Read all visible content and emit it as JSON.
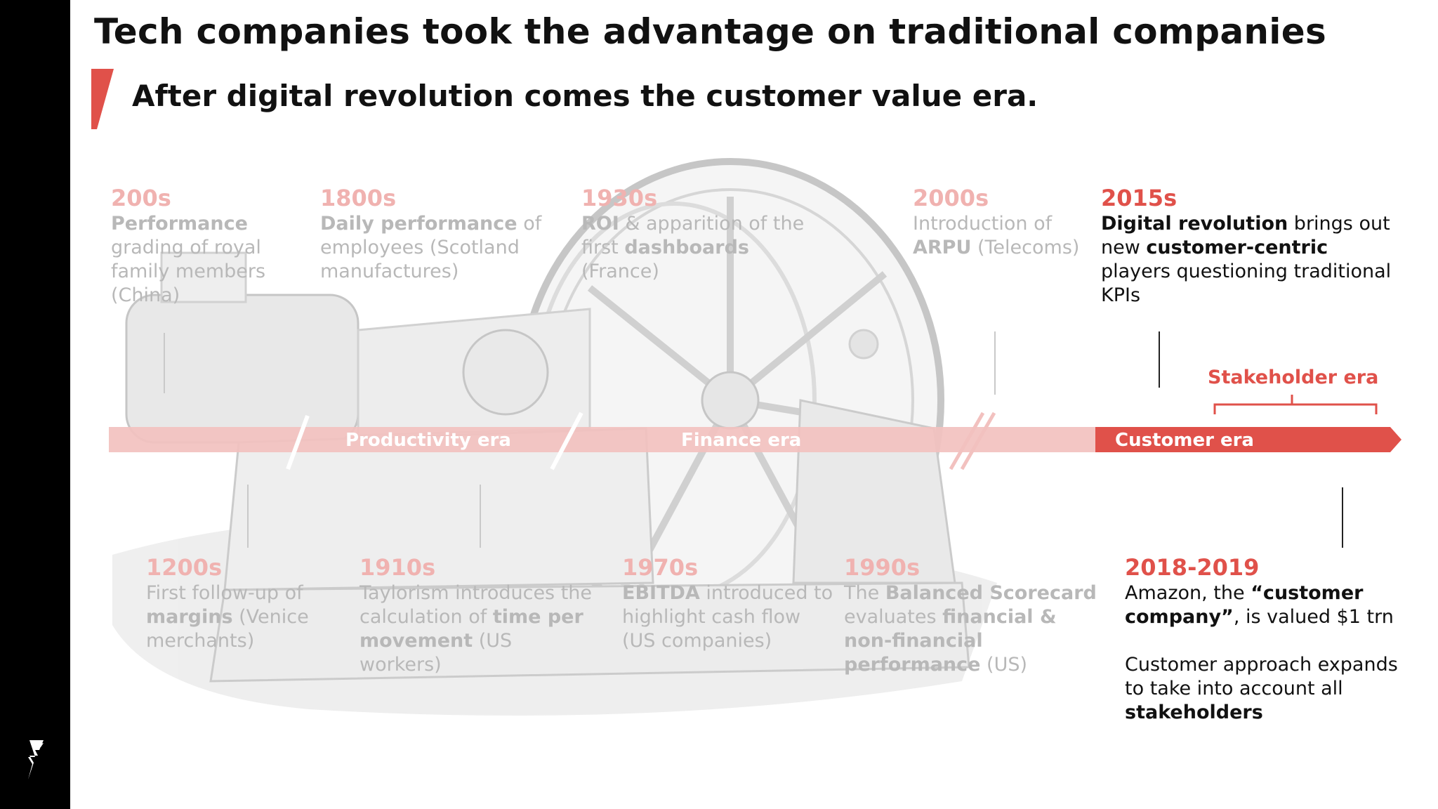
{
  "header": {
    "title": "Tech companies took the advantage on traditional companies",
    "subtitle": "After digital revolution comes the customer value era."
  },
  "colors": {
    "accent": "#e0514a",
    "accent_light": "#f2c1bf",
    "faded_text": "#b8b8b8",
    "sidebar": "#000000"
  },
  "eras": [
    {
      "label": "Productivity era"
    },
    {
      "label": "Finance era"
    },
    {
      "label": "Customer era"
    }
  ],
  "stakeholder": {
    "label": "Stakeholder era"
  },
  "events_top": [
    {
      "year": "200s",
      "segments": [
        {
          "t": "Performance",
          "b": true
        },
        {
          "t": " grading of royal family members (China)",
          "b": false
        }
      ]
    },
    {
      "year": "1800s",
      "segments": [
        {
          "t": "Daily performance",
          "b": true
        },
        {
          "t": " of employees (Scotland manufactures)",
          "b": false
        }
      ]
    },
    {
      "year": "1930s",
      "segments": [
        {
          "t": "ROI",
          "b": true
        },
        {
          "t": " & apparition of the first ",
          "b": false
        },
        {
          "t": "dashboards",
          "b": true
        },
        {
          "t": " (France)",
          "b": false
        }
      ]
    },
    {
      "year": "2000s",
      "segments": [
        {
          "t": "Introduction of ",
          "b": false
        },
        {
          "t": "ARPU",
          "b": true
        },
        {
          "t": " (Telecoms)",
          "b": false
        }
      ]
    },
    {
      "year": "2015s",
      "segments": [
        {
          "t": "Digital revolution",
          "b": true
        },
        {
          "t": " brings out new ",
          "b": false
        },
        {
          "t": "customer-centric",
          "b": true
        },
        {
          "t": " players questioning traditional KPIs",
          "b": false
        }
      ]
    }
  ],
  "events_bottom": [
    {
      "year": "1200s",
      "segments": [
        {
          "t": "First follow-up of ",
          "b": false
        },
        {
          "t": "margins",
          "b": true
        },
        {
          "t": " (Venice merchants)",
          "b": false
        }
      ]
    },
    {
      "year": "1910s",
      "segments": [
        {
          "t": "Taylorism introduces the calculation of ",
          "b": false
        },
        {
          "t": "time per movement",
          "b": true
        },
        {
          "t": " (US workers)",
          "b": false
        }
      ]
    },
    {
      "year": "1970s",
      "segments": [
        {
          "t": "EBITDA",
          "b": true
        },
        {
          "t": " introduced to highlight cash flow (US companies)",
          "b": false
        }
      ]
    },
    {
      "year": "1990s",
      "segments": [
        {
          "t": "The ",
          "b": false
        },
        {
          "t": "Balanced Scorecard",
          "b": true
        },
        {
          "t": " evaluates ",
          "b": false
        },
        {
          "t": "financial & non-financial performance",
          "b": true
        },
        {
          "t": " (US)",
          "b": false
        }
      ]
    },
    {
      "year": "2018-2019",
      "segments": [
        {
          "t": "Amazon, the ",
          "b": false
        },
        {
          "t": "“customer company”",
          "b": true
        },
        {
          "t": ", is valued $1 trn",
          "b": false
        }
      ],
      "segments2": [
        {
          "t": "Customer approach expands to take into account all ",
          "b": false
        },
        {
          "t": "stakeholders",
          "b": true
        }
      ]
    }
  ]
}
